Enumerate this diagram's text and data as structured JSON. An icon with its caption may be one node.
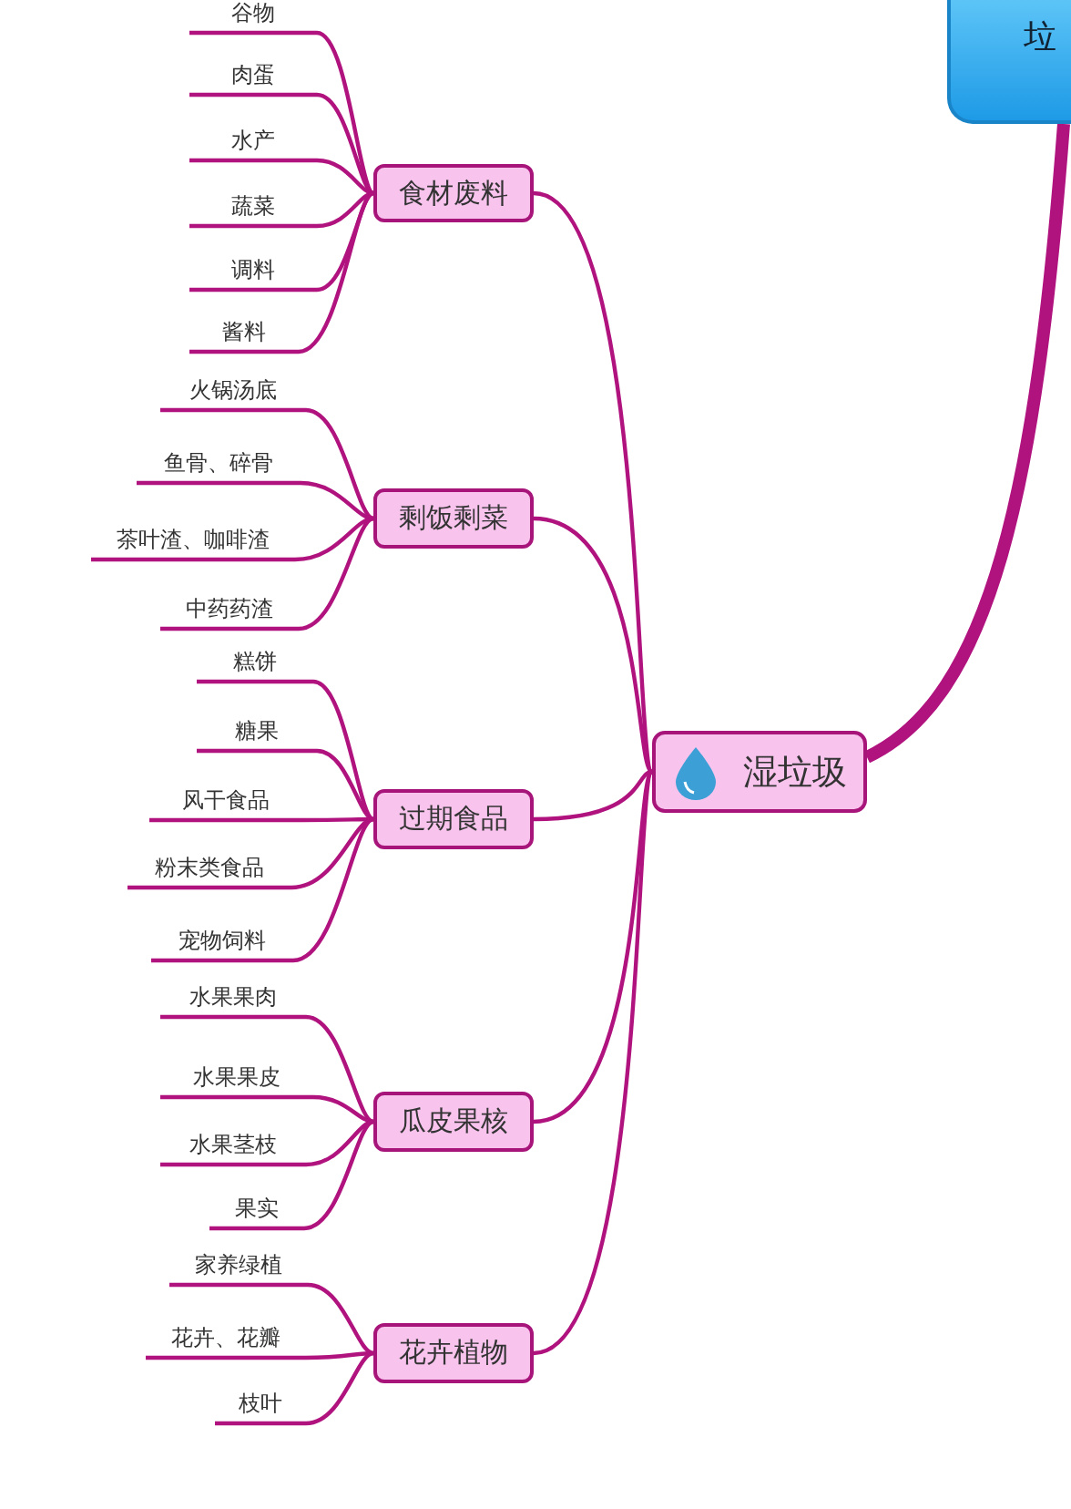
{
  "diagram": {
    "nodes": [
      {
        "text": [
          "垃"
        ]
      },
      {
        "text": [
          "湿垃圾"
        ]
      },
      {
        "text": [
          "食材废料"
        ]
      },
      {
        "text": [
          "谷物"
        ]
      },
      {
        "text": [
          "肉蛋"
        ]
      },
      {
        "text": [
          "水产"
        ]
      },
      {
        "text": [
          "蔬菜"
        ]
      },
      {
        "text": [
          "调料"
        ]
      },
      {
        "text": [
          "酱料"
        ]
      },
      {
        "text": [
          "剩饭剩菜"
        ]
      },
      {
        "text": [
          "火锅汤底"
        ]
      },
      {
        "text": [
          "鱼骨、碎骨"
        ]
      },
      {
        "text": [
          "茶叶渣、咖啡渣"
        ]
      },
      {
        "text": [
          "中药药渣"
        ]
      },
      {
        "text": [
          "过期食品"
        ]
      },
      {
        "text": [
          "糕饼"
        ]
      },
      {
        "text": [
          "糖果"
        ]
      },
      {
        "text": [
          "风干食品"
        ]
      },
      {
        "text": [
          "粉末类食品"
        ]
      },
      {
        "text": [
          "宠物饲料"
        ]
      },
      {
        "text": [
          "瓜皮果核"
        ]
      },
      {
        "text": [
          "水果果肉"
        ]
      },
      {
        "text": [
          "水果果皮"
        ]
      },
      {
        "text": [
          "水果茎枝"
        ]
      },
      {
        "text": [
          "果实"
        ]
      },
      {
        "text": [
          "花卉植物"
        ]
      },
      {
        "text": [
          "家养绿植"
        ]
      },
      {
        "text": [
          "花卉、花瓣"
        ]
      },
      {
        "text": [
          "枝叶"
        ]
      }
    ],
    "edges": [
      {
        "from": 0,
        "to": 1,
        "arrow": "none",
        "style": "thick"
      },
      {
        "from": 1,
        "to": 2,
        "arrow": "none"
      },
      {
        "from": 1,
        "to": 9,
        "arrow": "none"
      },
      {
        "from": 1,
        "to": 14,
        "arrow": "none"
      },
      {
        "from": 1,
        "to": 20,
        "arrow": "none"
      },
      {
        "from": 1,
        "to": 25,
        "arrow": "none"
      },
      {
        "from": 2,
        "to": 3,
        "arrow": "none"
      },
      {
        "from": 2,
        "to": 4,
        "arrow": "none"
      },
      {
        "from": 2,
        "to": 5,
        "arrow": "none"
      },
      {
        "from": 2,
        "to": 6,
        "arrow": "none"
      },
      {
        "from": 2,
        "to": 7,
        "arrow": "none"
      },
      {
        "from": 2,
        "to": 8,
        "arrow": "none"
      },
      {
        "from": 9,
        "to": 10,
        "arrow": "none"
      },
      {
        "from": 9,
        "to": 11,
        "arrow": "none"
      },
      {
        "from": 9,
        "to": 12,
        "arrow": "none"
      },
      {
        "from": 9,
        "to": 13,
        "arrow": "none"
      },
      {
        "from": 14,
        "to": 15,
        "arrow": "none"
      },
      {
        "from": 14,
        "to": 16,
        "arrow": "none"
      },
      {
        "from": 14,
        "to": 17,
        "arrow": "none"
      },
      {
        "from": 14,
        "to": 18,
        "arrow": "none"
      },
      {
        "from": 14,
        "to": 19,
        "arrow": "none"
      },
      {
        "from": 20,
        "to": 21,
        "arrow": "none"
      },
      {
        "from": 20,
        "to": 22,
        "arrow": "none"
      },
      {
        "from": 20,
        "to": 23,
        "arrow": "none"
      },
      {
        "from": 20,
        "to": 24,
        "arrow": "none"
      },
      {
        "from": 25,
        "to": 26,
        "arrow": "none"
      },
      {
        "from": 25,
        "to": 27,
        "arrow": "none"
      },
      {
        "from": 25,
        "to": 28,
        "arrow": "none"
      }
    ]
  }
}
